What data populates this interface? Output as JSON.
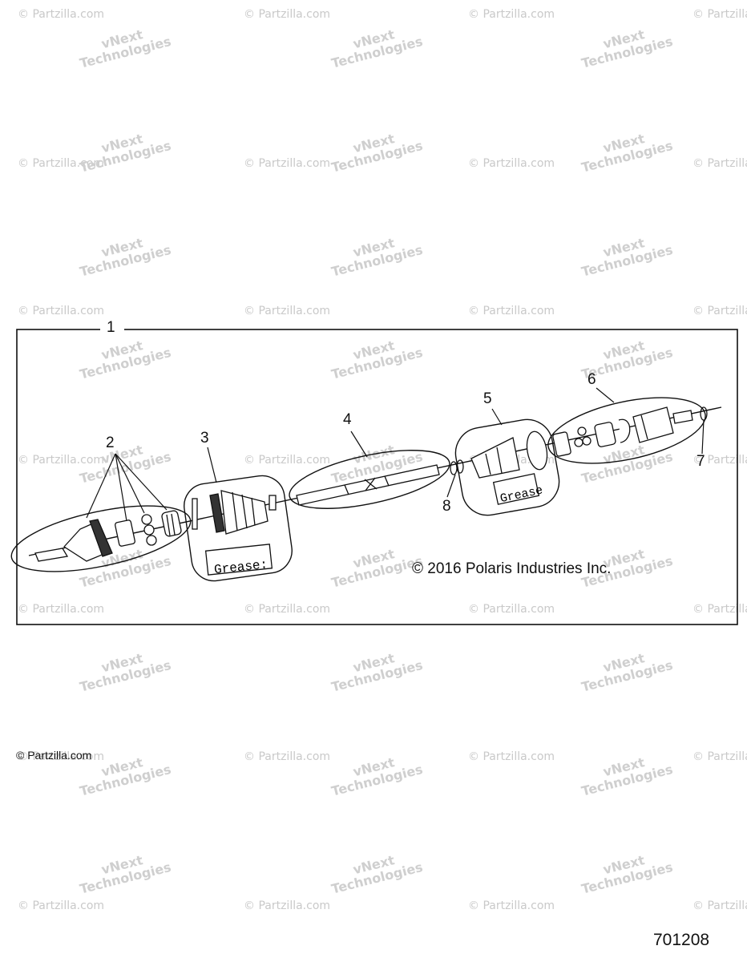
{
  "watermark": {
    "partzilla": "© Partzilla.com",
    "vnext_line1": "vNext",
    "vnext_line2": "Technologies"
  },
  "callouts": [
    "1",
    "2",
    "3",
    "4",
    "5",
    "6",
    "7",
    "8"
  ],
  "grease_labels": [
    "Grease:",
    "Grease"
  ],
  "copyright": "© 2016 Polaris Industries Inc.",
  "partzilla_mark": "© Partzilla.com",
  "part_number": "701208"
}
